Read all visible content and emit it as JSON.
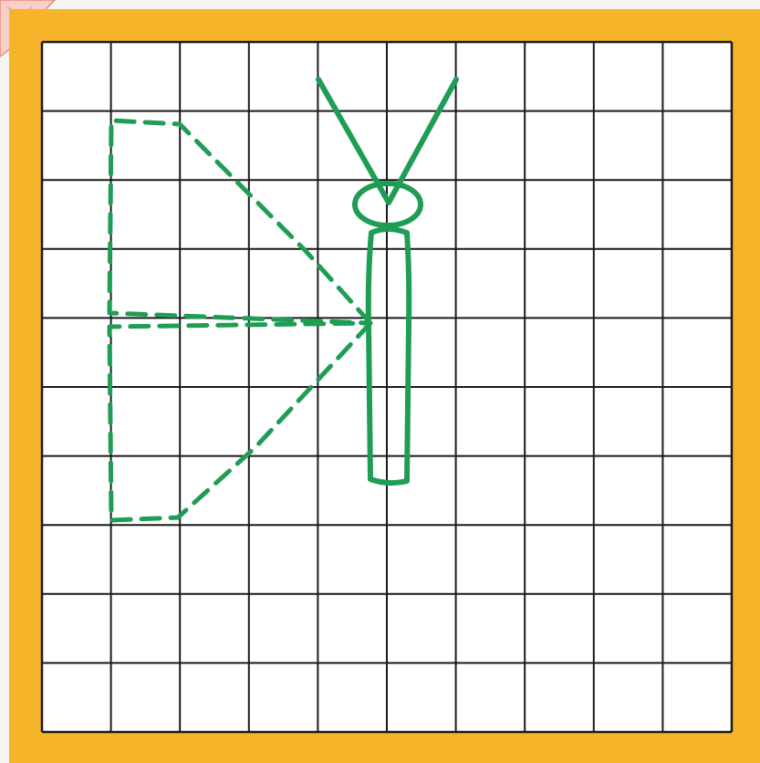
{
  "colors": {
    "frame": "#F6B42B",
    "grid_line": "#1a1a1a",
    "grid_fill": "#ffffff",
    "figure_stroke": "#1F9D55",
    "corner_flower": "#F2A7A1"
  },
  "icons": {
    "corner": "flower-petal-icon"
  },
  "grid": {
    "rows": 10,
    "columns": 10
  },
  "figure": {
    "description_shape": "half-butterfly",
    "solid_part": [
      "antennae",
      "head",
      "body"
    ],
    "dashed_part": [
      "wing-left"
    ],
    "completion_side": "right"
  }
}
